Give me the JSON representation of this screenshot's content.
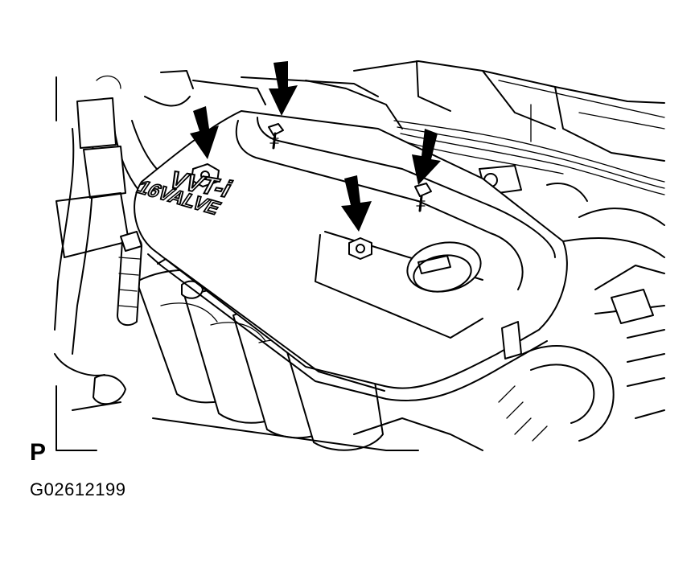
{
  "figure": {
    "view_letter": "P",
    "figure_code": "G02612199",
    "cover_marking_line1": "VVT-i",
    "cover_marking_line2": "16VALVE"
  },
  "colors": {
    "line": "#000000",
    "background": "#ffffff"
  },
  "callouts": [
    {
      "icon": "arrow-down-icon",
      "points_to": "nut"
    },
    {
      "icon": "arrow-down-icon",
      "points_to": "stud"
    },
    {
      "icon": "arrow-down-icon",
      "points_to": "stud"
    },
    {
      "icon": "arrow-down-icon",
      "points_to": "nut"
    }
  ]
}
